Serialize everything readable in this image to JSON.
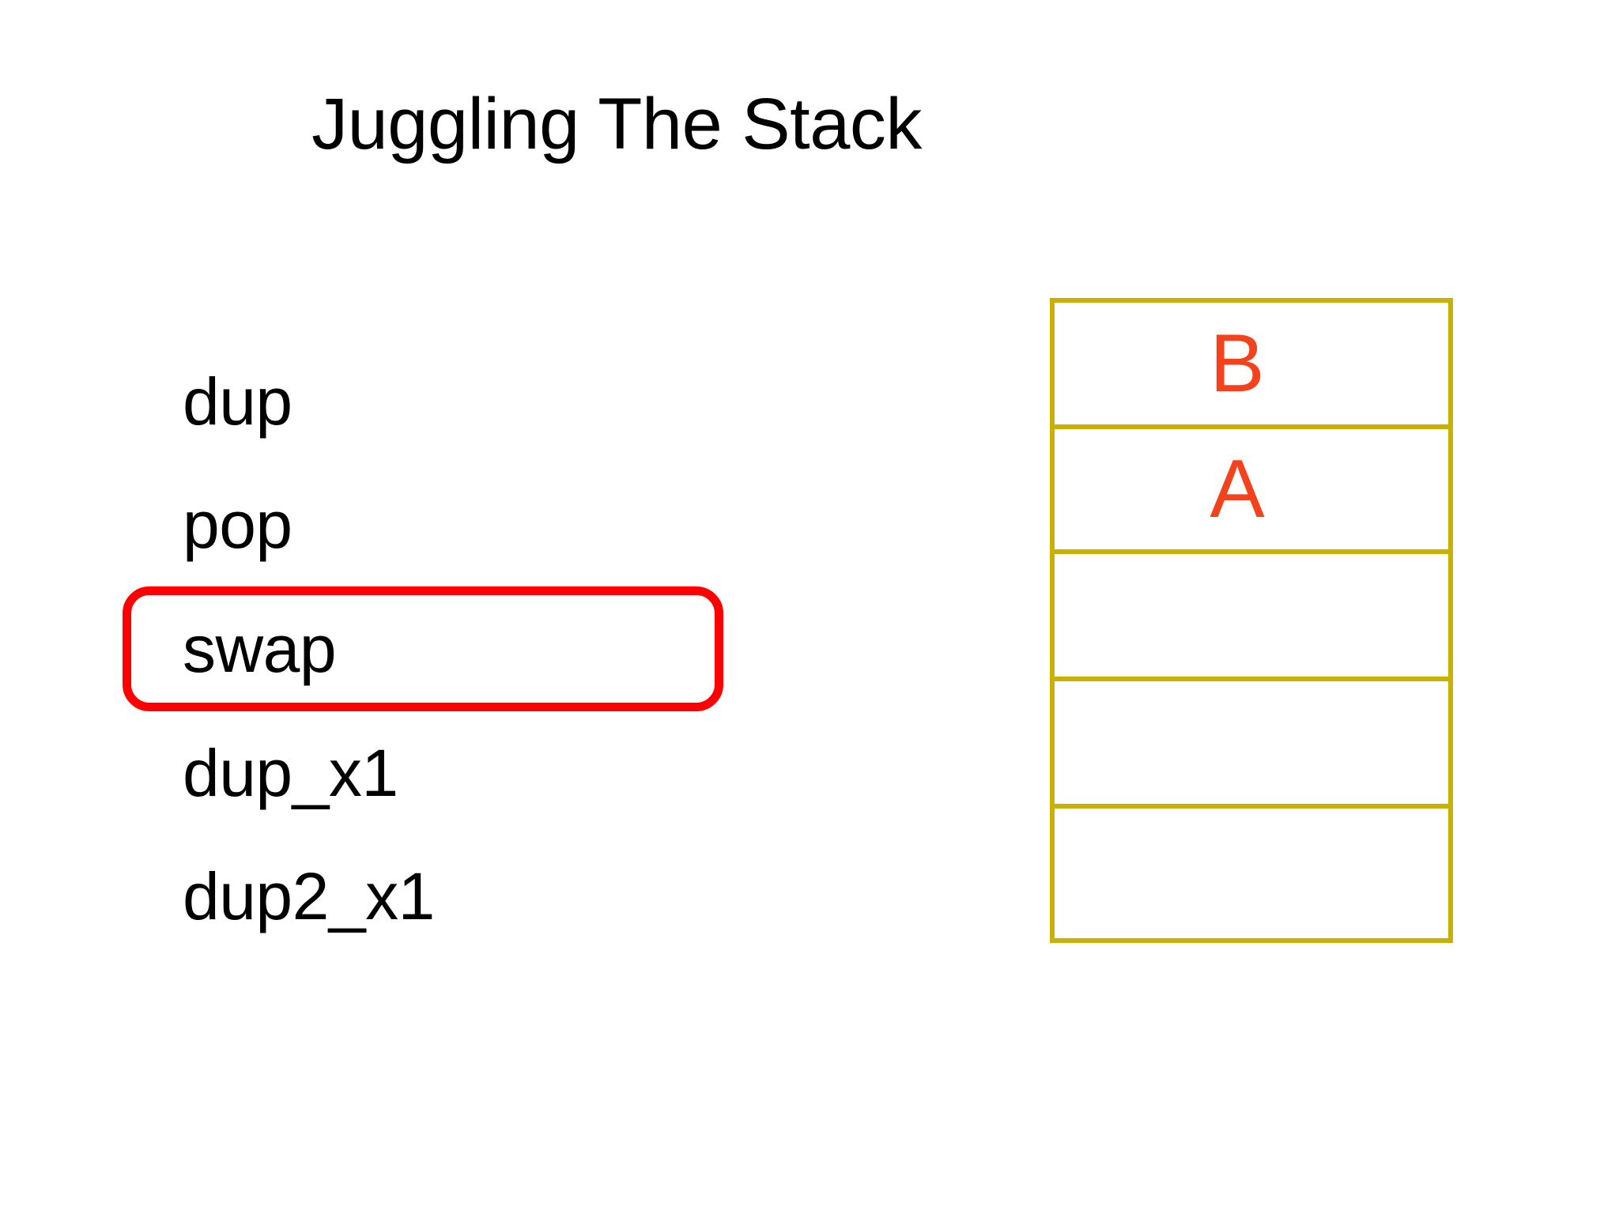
{
  "slide": {
    "title": "Juggling The Stack",
    "background_color": "#FFFFFF",
    "title_color": "#000000"
  },
  "operations": {
    "highlight_color": "#FF0000",
    "items": [
      {
        "label": "dup",
        "highlighted": false
      },
      {
        "label": "pop",
        "highlighted": false
      },
      {
        "label": "swap",
        "highlighted": true
      },
      {
        "label": "dup_x1",
        "highlighted": false
      },
      {
        "label": "dup2_x1",
        "highlighted": false
      }
    ]
  },
  "stack": {
    "border_color": "#C9B100",
    "value_color": "#F4431C",
    "cells": [
      {
        "value": "B"
      },
      {
        "value": "A"
      },
      {
        "value": ""
      },
      {
        "value": ""
      },
      {
        "value": ""
      }
    ]
  }
}
